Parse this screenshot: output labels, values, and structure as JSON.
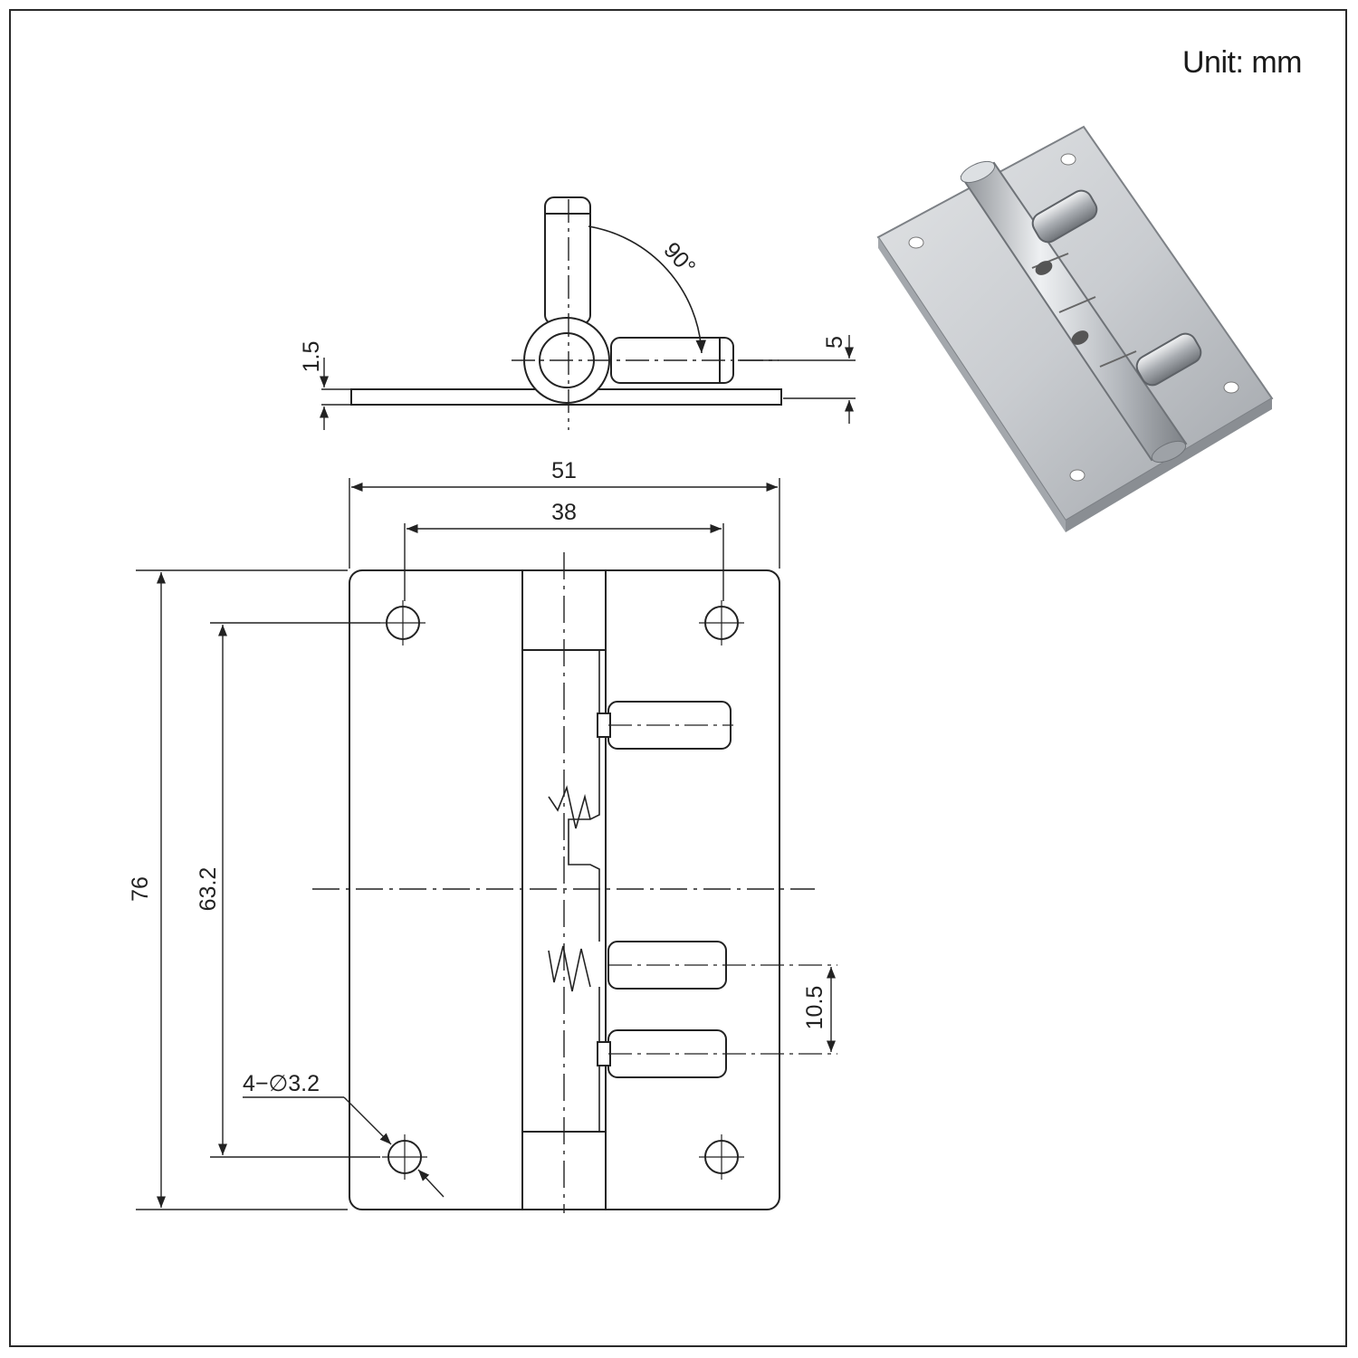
{
  "unit_label": "Unit: mm",
  "dimensions": {
    "angle": "90°",
    "plate_thickness": "1.5",
    "pin_offset": "5",
    "overall_width": "51",
    "hole_spacing_width": "38",
    "overall_height": "76",
    "hole_spacing_height": "63.2",
    "pin_spacing": "10.5",
    "hole_spec": "4−∅3.2"
  }
}
